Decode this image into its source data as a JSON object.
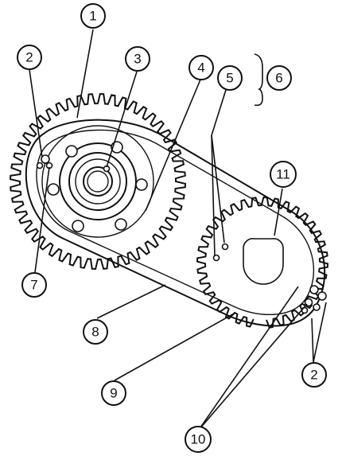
{
  "diagram": {
    "callouts": [
      {
        "id": "c1",
        "label": "1"
      },
      {
        "id": "c2a",
        "label": "2"
      },
      {
        "id": "c3",
        "label": "3"
      },
      {
        "id": "c4",
        "label": "4"
      },
      {
        "id": "c5",
        "label": "5"
      },
      {
        "id": "c6",
        "label": "6"
      },
      {
        "id": "c7",
        "label": "7"
      },
      {
        "id": "c8",
        "label": "8"
      },
      {
        "id": "c9",
        "label": "9"
      },
      {
        "id": "c10",
        "label": "10"
      },
      {
        "id": "c11",
        "label": "11"
      },
      {
        "id": "c2b",
        "label": "2"
      }
    ]
  }
}
